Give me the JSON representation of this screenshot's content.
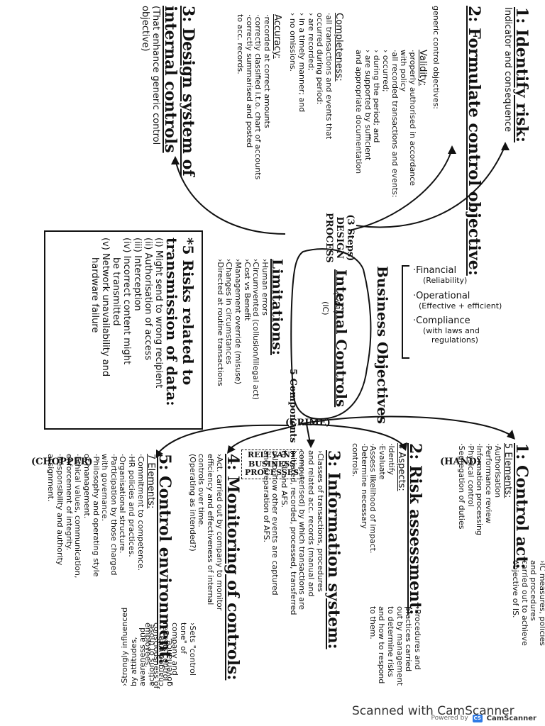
{
  "step1": {
    "title": "1: Identify risk:",
    "sub": "Indicator and consequence"
  },
  "step2": {
    "title": "2: Formulate control objective:",
    "generic": "generic control objectives:",
    "validity": {
      "head": "Validity:",
      "lines": [
        "·properly authorised in accordance",
        "with policy",
        "·all recorded transactions and events:",
        "› occurred;",
        "› during the period; and",
        "› are supported by sufficient",
        "and appropriate documentation"
      ]
    },
    "completeness": {
      "head": "Completeness:",
      "lines": [
        "·all transactions and events that",
        "occurred during period:",
        "› are recorded;",
        "› in a timely manner; and",
        "› no omissions."
      ]
    },
    "accuracy": {
      "head": "Accuracy:",
      "lines": [
        "·recorded at correct amounts",
        "·correctly classified i.t.o. chart of accounts",
        "·correctly summarised and posted",
        "to acc. records."
      ]
    }
  },
  "step3": {
    "title": "3: Design system of internal controls",
    "sub": "(That enhance generic control objective)"
  },
  "design": {
    "line1": "(3 Steps)",
    "line2": "DESIGN",
    "line3": "PROCESS"
  },
  "objectives": {
    "head": "Business Objectives",
    "items": [
      "·Financial",
      "(Reliability)",
      "·Operational",
      "(Effective + efficient)",
      "·Compliance",
      "(with laws and",
      "regulations)"
    ]
  },
  "center": {
    "label": "Internal Controls",
    "sub": "(IC)",
    "ref": "(SA1)",
    "components": "5 Components",
    "crime": "(CRIME)"
  },
  "limitations": {
    "head": "Limitations:",
    "items": [
      "›Human errors",
      "›Circumvented (collusion/illegal act)",
      "›Cost vs Benefit",
      "›Management override (misuse)",
      "›Changes in circumstances",
      "›Directed at routine transactions"
    ]
  },
  "risks": {
    "title": "*5 Risks related to transmission of data:",
    "items": [
      "(i) Might send to wrong recipient",
      "(ii) Authorisation of access",
      "(iii) Interception",
      "(iv) Incorrect content might",
      "be transmitted",
      "(v) Network unavailability and",
      "hardware failure"
    ]
  },
  "c1": {
    "title": "1: Control act:",
    "tag": "(HAND)",
    "sub": "5 Elements:",
    "items": [
      "·Authorisation",
      "·Performance review",
      "·Information processing",
      "·Physical control",
      "·Segregation of duties"
    ],
    "note": [
      "›IC measures, policies",
      "and procedures",
      "carried out to achieve",
      "objective of IS."
    ]
  },
  "c2": {
    "title": "2: Risk assessment:",
    "sub": "4 Aspects:",
    "items": [
      "·Identify",
      "·Evaluate",
      "·Assess likelihood of impact.",
      "·Determine necessary",
      "controls."
    ],
    "note": [
      "›Procedures and",
      "practices carried",
      "out by management",
      "to determine risks",
      "and how to respond",
      "to them."
    ]
  },
  "c3": {
    "title": "3: Information system:",
    "lines": [
      "›Classes of transactions, procedures",
      "and related acc. records (manual and",
      "computerised) by which transactions are",
      "initiated, recorded, processed, transferred",
      "to GL and AFS.",
      "›Also: how other events are captured",
      "and preparation of AFS."
    ],
    "box": [
      "RELEVANT",
      "BUSINESS",
      "PROCESSES"
    ]
  },
  "c4": {
    "title": "4: Monitoring of controls:",
    "lines": [
      "›Act. carried out by company to monitor",
      "efficiency and effectiveness of internal",
      "controls over time.",
      "(Operating as intended?)"
    ]
  },
  "c5": {
    "title": "5: Control environment:",
    "tag": "(CHOPPER)",
    "sub": "7 Elements:",
    "items": [
      "·Commitment to competence.",
      "·HR policies and practices.",
      "·Organisational structure.",
      "·Participation by those charged",
      "with governance.",
      "·Philosophy and operating style",
      "of management.",
      "·Ethical values, communication,",
      "enforcement of integrity.",
      "·Responsibility and authority",
      "assignment."
    ],
    "note": [
      "›Sets \"control",
      "tone\" of",
      "company and",
      "reflects control",
      "consciousness of",
      "employees."
    ],
    "note2": [
      "›Strongly influenced",
      "by attitudes,",
      "awareness and",
      "actions of those",
      "charged with",
      "governance."
    ]
  },
  "footer": {
    "scan": "Scanned with CamScanner",
    "powered": "Powered by",
    "brand": "CamScanner",
    "logo": "CS"
  }
}
